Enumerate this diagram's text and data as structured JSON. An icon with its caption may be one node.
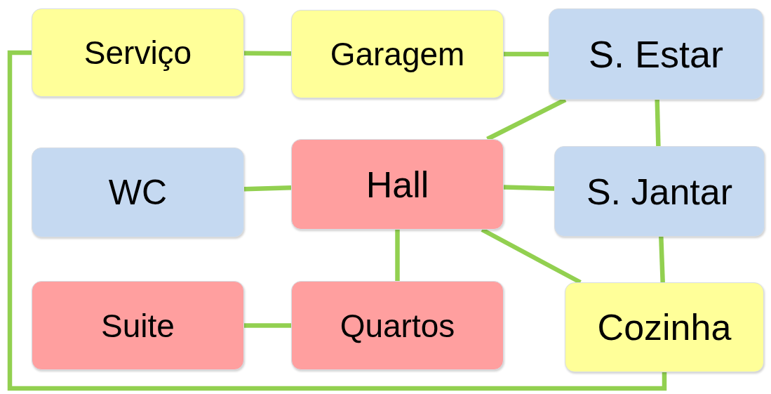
{
  "diagram": {
    "nodes": [
      {
        "text": [
          "Serviço"
        ]
      },
      {
        "text": [
          "Garagem"
        ]
      },
      {
        "text": [
          "S. Estar"
        ]
      },
      {
        "text": [
          "WC"
        ]
      },
      {
        "text": [
          "Hall"
        ]
      },
      {
        "text": [
          "S. Jantar"
        ]
      },
      {
        "text": [
          "Suite"
        ]
      },
      {
        "text": [
          "Quartos"
        ]
      },
      {
        "text": [
          "Cozinha"
        ]
      }
    ],
    "edges": [
      {
        "from": 0,
        "to": 1,
        "arrow": "none"
      },
      {
        "from": 1,
        "to": 2,
        "arrow": "none"
      },
      {
        "from": 4,
        "to": 2,
        "arrow": "none"
      },
      {
        "from": 2,
        "to": 5,
        "arrow": "none"
      },
      {
        "from": 3,
        "to": 4,
        "arrow": "none"
      },
      {
        "from": 4,
        "to": 5,
        "arrow": "none"
      },
      {
        "from": 4,
        "to": 7,
        "arrow": "none"
      },
      {
        "from": 4,
        "to": 8,
        "arrow": "none"
      },
      {
        "from": 5,
        "to": 8,
        "arrow": "none"
      },
      {
        "from": 6,
        "to": 7,
        "arrow": "none"
      },
      {
        "from": 0,
        "to": 8,
        "arrow": "none"
      }
    ]
  }
}
